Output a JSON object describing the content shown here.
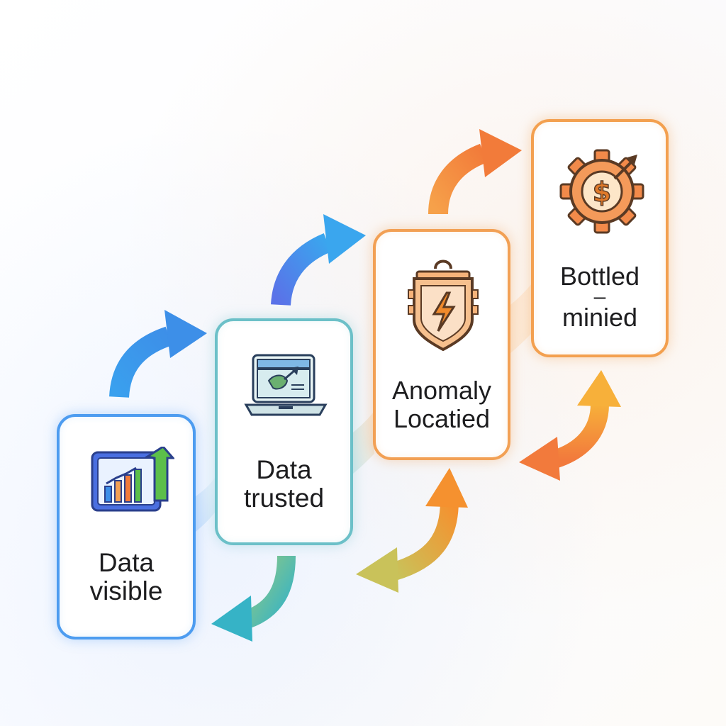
{
  "steps": [
    {
      "line1": "Data",
      "line2": "visible",
      "icon": "bar-chart-icon",
      "color": "#4d9cf0"
    },
    {
      "line1": "Data",
      "line2": "trusted",
      "icon": "laptop-chart-icon",
      "color": "#6cc0c8"
    },
    {
      "line1": "Anomaly",
      "line2": "Locatied",
      "icon": "shield-lightning-icon",
      "color": "#f2a054"
    },
    {
      "line1": "Bottled",
      "line2": "minied",
      "separator": "–",
      "icon": "gear-dollar-icon",
      "color": "#f3a04f"
    }
  ]
}
